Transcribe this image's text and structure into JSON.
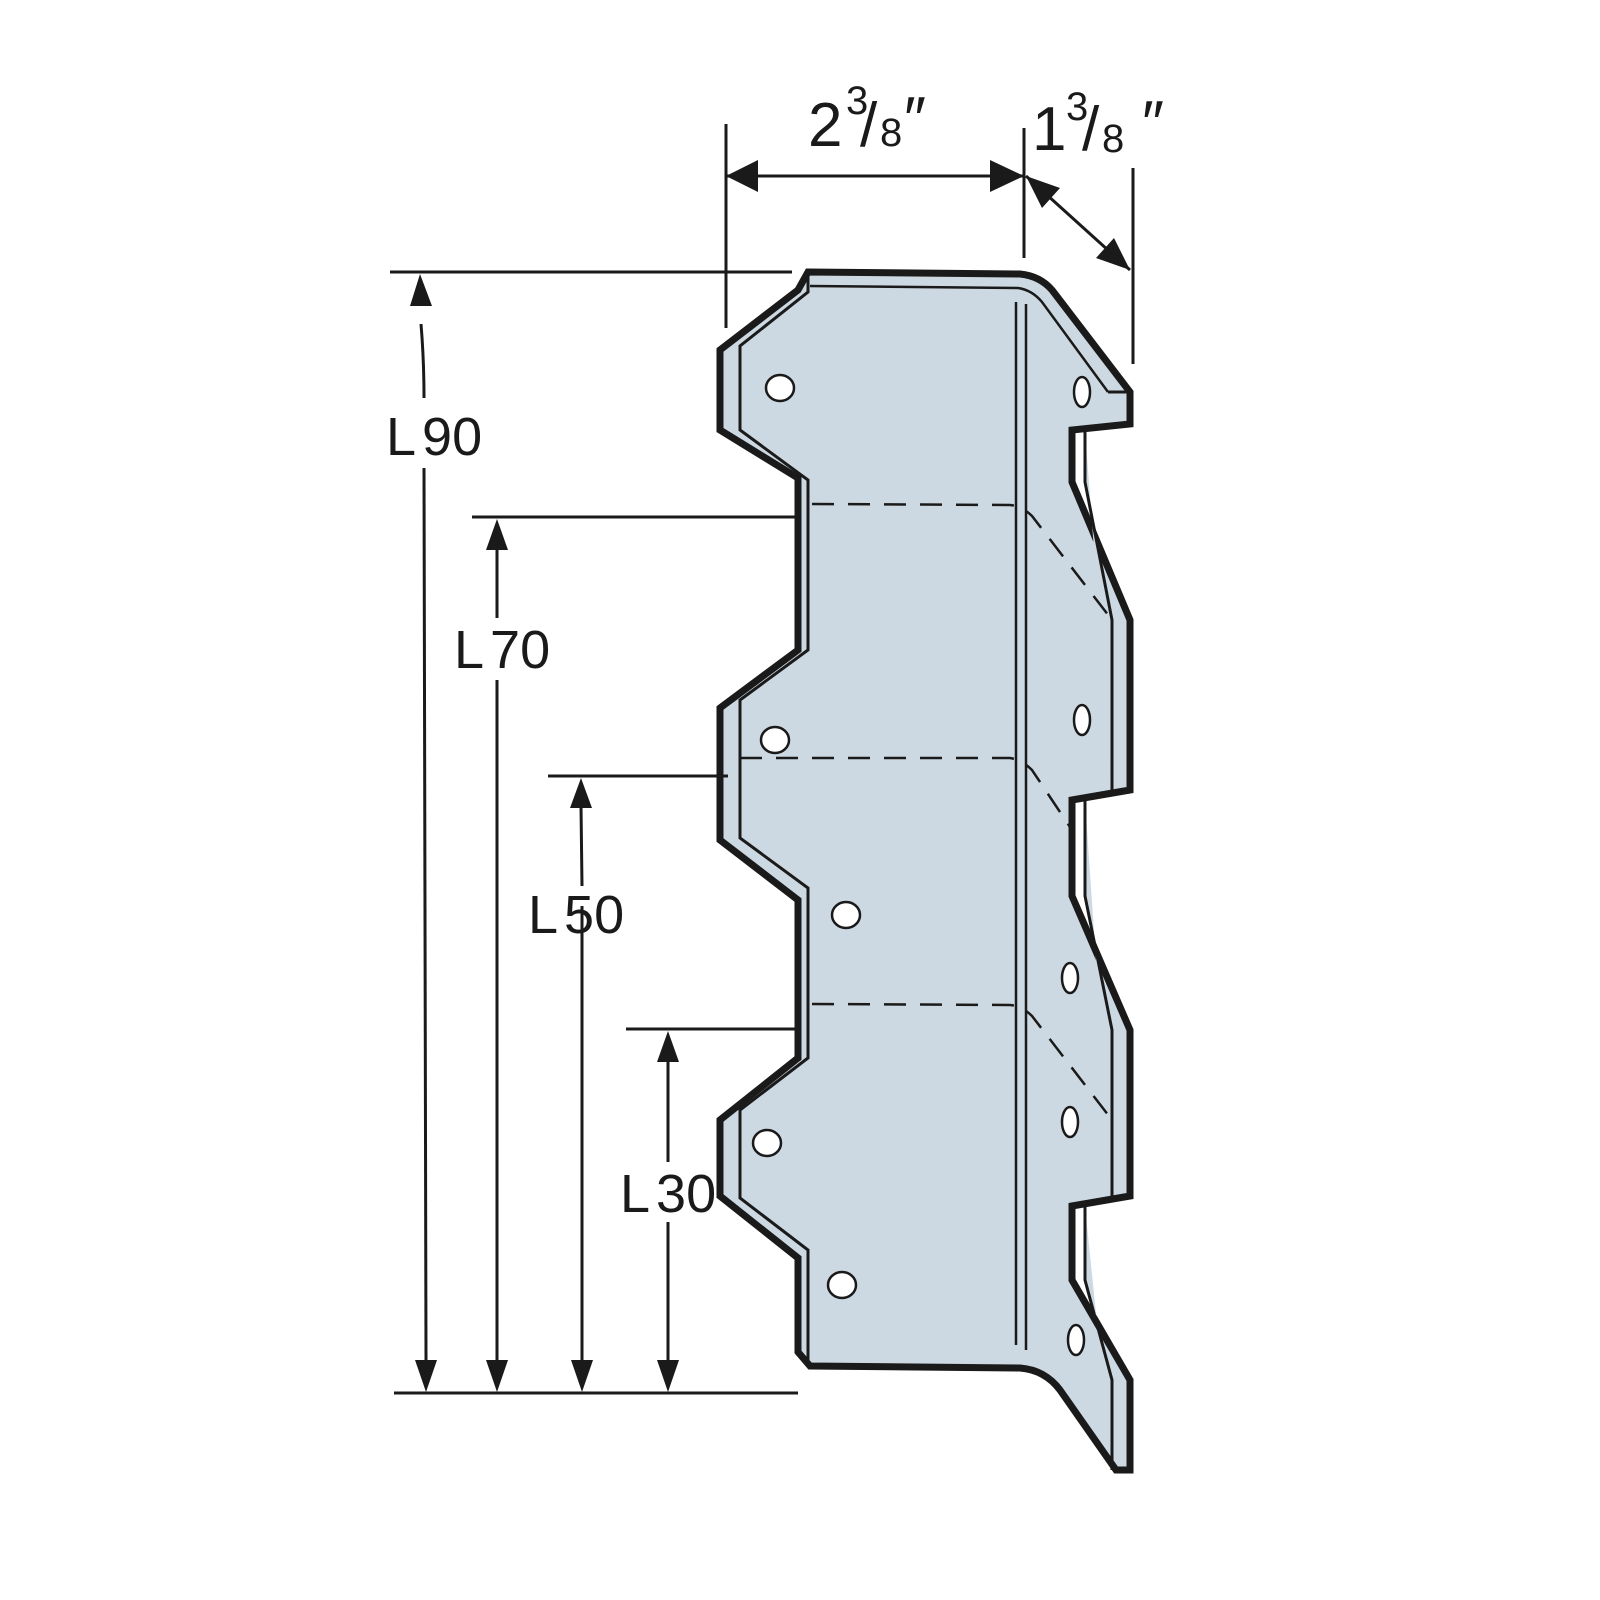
{
  "diagram": {
    "subject": "multi-length angle framing connector",
    "colors": {
      "fill": "#cdd9e2",
      "stroke": "#1a1a1a",
      "background": "#ffffff"
    },
    "width_dimension": {
      "whole": "2",
      "numerator": "3",
      "denominator": "8",
      "unit": "″",
      "text": "2 3/8\""
    },
    "flange_dimension": {
      "whole": "1",
      "numerator": "3",
      "denominator": "8",
      "unit": "″",
      "text": "1 3/8\""
    },
    "length_labels": [
      {
        "prefix": "L",
        "value": "90"
      },
      {
        "prefix": "L",
        "value": "70"
      },
      {
        "prefix": "L",
        "value": "50"
      },
      {
        "prefix": "L",
        "value": "30"
      }
    ]
  }
}
